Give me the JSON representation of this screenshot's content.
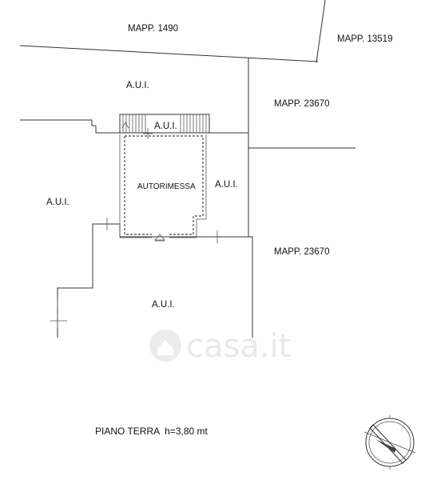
{
  "parcels": {
    "mapp_1490": "MAPP. 1490",
    "mapp_13519": "MAPP. 13519",
    "mapp_23670_top": "MAPP. 23670",
    "mapp_23670_bottom": "MAPP. 23670"
  },
  "aui_labels": {
    "top": "A.U.I.",
    "stair": "A.U.I.",
    "left": "A.U.I.",
    "right": "A.U.I.",
    "bottom": "A.U.I."
  },
  "room": {
    "name": "AUTORIMESSA"
  },
  "footer": {
    "floor_label": "PIANO TERRA  h=3,80 mt"
  },
  "watermark": {
    "text": "casa.it"
  },
  "icons": {
    "compass": "north-arrow-icon",
    "watermark_logo": "house-icon"
  }
}
